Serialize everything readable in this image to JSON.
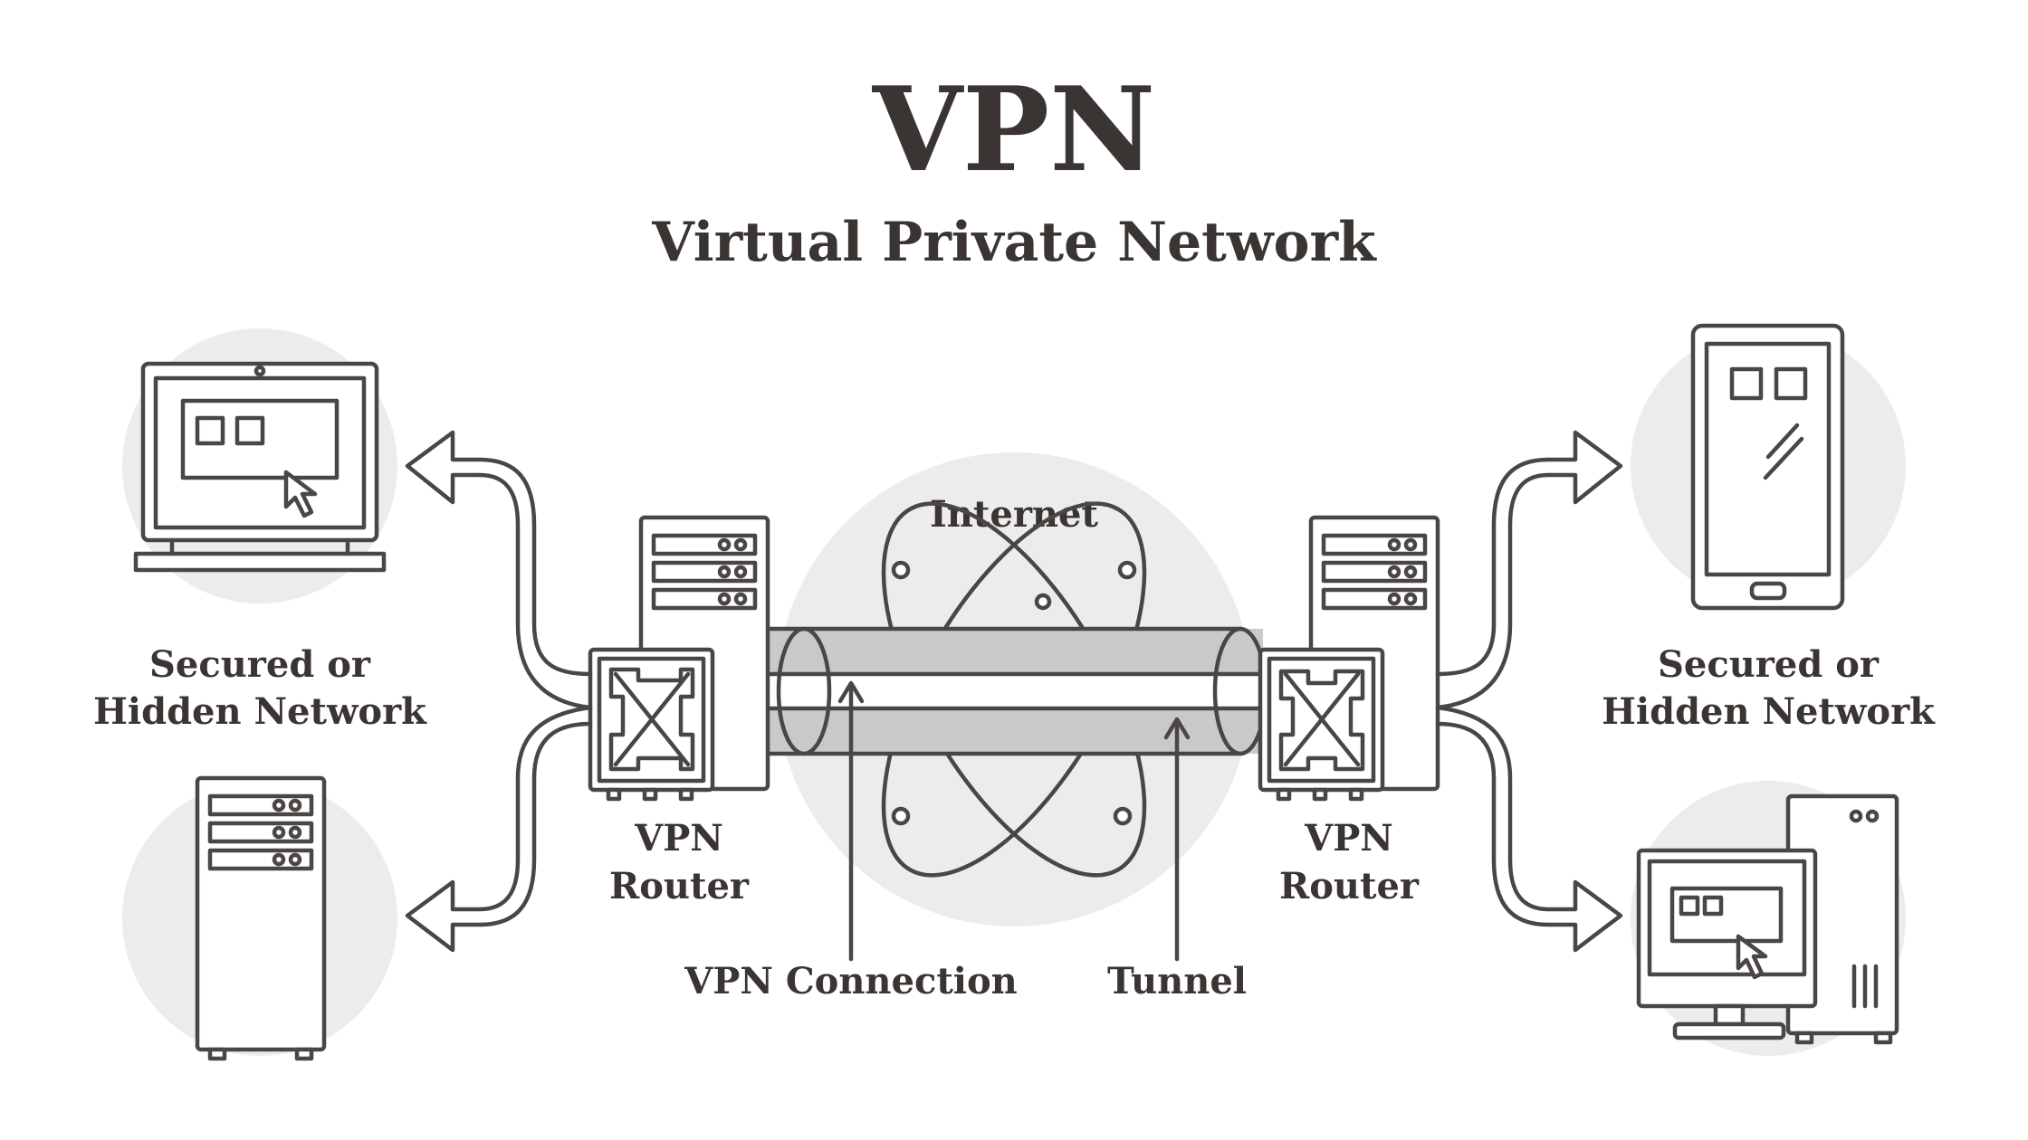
{
  "title": "VPN",
  "subtitle": "Virtual Private Network",
  "labels": {
    "internet": "Internet",
    "left_network": [
      "Secured or",
      "Hidden Network"
    ],
    "right_network": [
      "Secured or",
      "Hidden Network"
    ],
    "left_router": [
      "VPN",
      "Router"
    ],
    "right_router": [
      "VPN",
      "Router"
    ],
    "vpn_connection": "VPN Connection",
    "tunnel": "Tunnel"
  },
  "colors": {
    "line": "#4a4644",
    "text": "#3a3432",
    "circle_bg": "#ececec",
    "tunnel_fill": "#c9c9c9"
  }
}
